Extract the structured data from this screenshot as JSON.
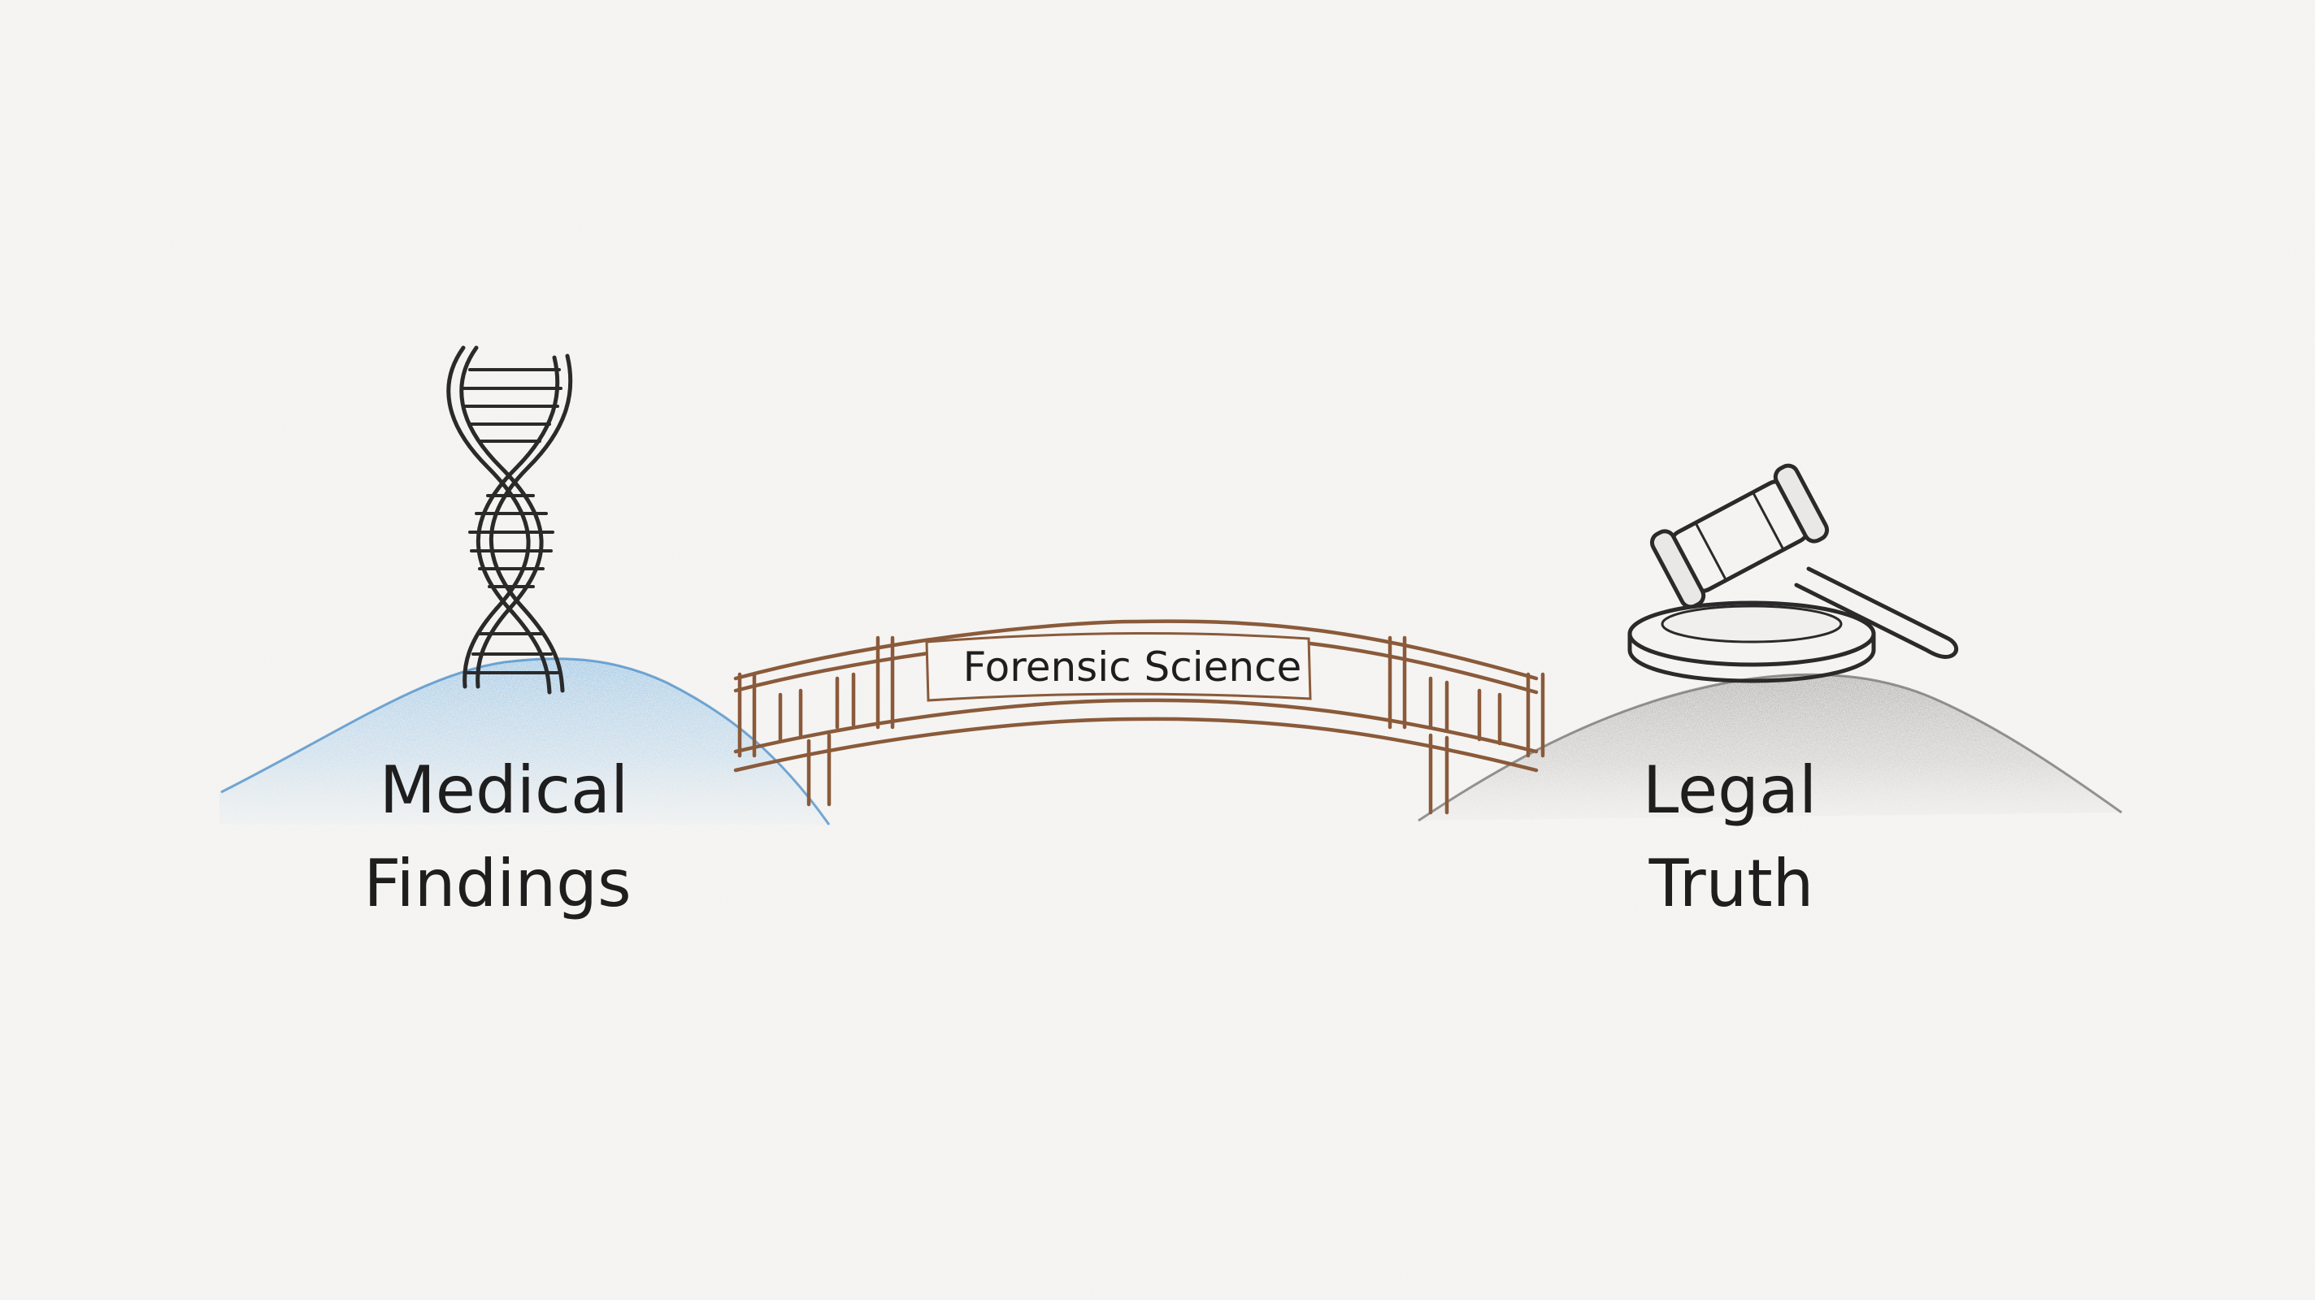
{
  "diagram": {
    "bridge": {
      "label": "Forensic Science"
    },
    "left_hill": {
      "label_line1": "Medical",
      "label_line2": "Findings",
      "icon": "dna-helix-icon"
    },
    "right_hill": {
      "label_line1": "Legal",
      "label_line2": "Truth",
      "icon": "gavel-icon"
    }
  },
  "colors": {
    "paper": "#f6f5f3",
    "left_hill": "#6aaee3",
    "right_hill": "#9a9a98",
    "bridge": "#8a5a3a",
    "ink": "#1e1e1e"
  }
}
